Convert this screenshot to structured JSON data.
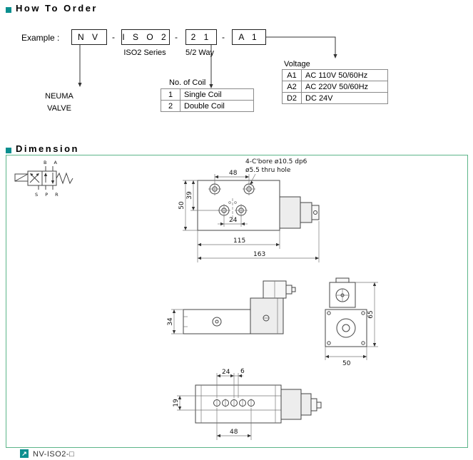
{
  "colors": {
    "accent_teal": "#0a8f8f",
    "dimension_box_border": "#5cb589",
    "table_border": "#8a8a8a",
    "drawing_stroke": "#444444"
  },
  "how_to_order": {
    "title": "How To Order",
    "example_label": "Example :",
    "boxes": [
      {
        "label": "N V"
      },
      {
        "label": "I S O 2"
      },
      {
        "label": "2 1"
      },
      {
        "label": "A 1"
      }
    ],
    "separator": "-",
    "series_label": "ISO2 Series",
    "way_label": "5/2 Way",
    "brand": {
      "line1": "NEUMA",
      "line2": "VALVE"
    },
    "coil_table": {
      "title": "No. of Coil",
      "rows": [
        {
          "code": "1",
          "desc": "Single Coil"
        },
        {
          "code": "2",
          "desc": "Double Coil"
        }
      ]
    },
    "voltage_table": {
      "title": "Voltage",
      "rows": [
        {
          "code": "A1",
          "desc": "AC 110V 50/60Hz"
        },
        {
          "code": "A2",
          "desc": "AC 220V 50/60Hz"
        },
        {
          "code": "D2",
          "desc": "DC 24V"
        }
      ]
    }
  },
  "dimension": {
    "title": "Dimension",
    "valve_symbol": {
      "top_ports": "B A",
      "bottom_ports": "S P R"
    },
    "annotation": {
      "line1": "4-C'bore ø10.5 dp6",
      "line2": "ø5.5 thru hole"
    },
    "top_view": {
      "hole_span": "48",
      "body_height": "50",
      "hole_offset": "39",
      "bottom_hole_span": "24",
      "body_length": "115",
      "overall_length": "163"
    },
    "side_view": {
      "body_height": "34"
    },
    "end_view": {
      "overall_height": "65",
      "overall_width": "50"
    },
    "bottom_view": {
      "port_span": "24",
      "port_gap": "6",
      "port_height": "19",
      "mount_span": "48"
    }
  },
  "footer": {
    "label": "NV-ISO2-□"
  }
}
